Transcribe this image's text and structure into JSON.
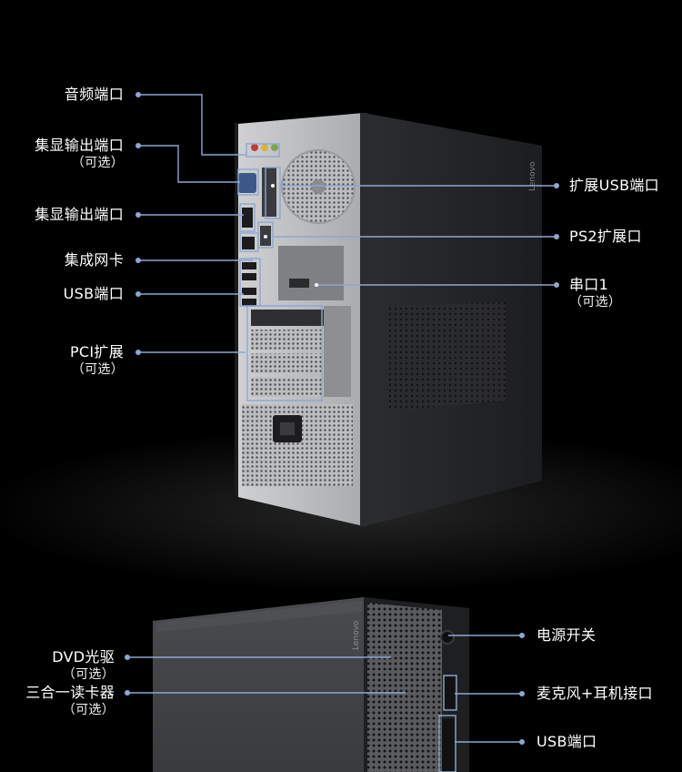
{
  "labels_left_top": [
    {
      "id": "audio",
      "text": "音频端口"
    },
    {
      "id": "igpu1",
      "text": "集显输出端口",
      "sub": "（可选）"
    },
    {
      "id": "igpu2",
      "text": "集显输出端口"
    },
    {
      "id": "lan",
      "text": "集成网卡"
    },
    {
      "id": "usb",
      "text": "USB端口"
    },
    {
      "id": "pci",
      "text": "PCI扩展",
      "sub": "（可选）"
    }
  ],
  "labels_right_top": [
    {
      "id": "ext_usb",
      "text": "扩展USB端口"
    },
    {
      "id": "ps2",
      "text": "PS2扩展口"
    },
    {
      "id": "serial",
      "text": "串口1",
      "sub": "（可选）"
    }
  ],
  "labels_left_bottom": [
    {
      "id": "dvd",
      "text": "DVD光驱",
      "sub": "（可选）"
    },
    {
      "id": "card",
      "text": "三合一读卡器",
      "sub": "（可选）"
    }
  ],
  "labels_right_bottom": [
    {
      "id": "power",
      "text": "电源开关"
    },
    {
      "id": "mic",
      "text": "麦克风+耳机接口"
    },
    {
      "id": "front_usb",
      "text": "USB端口"
    }
  ],
  "brand": {
    "logo_text": "Lenovo"
  },
  "colors": {
    "callout_line": "#8ea6d2",
    "callout_dot": "#8ea6d2",
    "label": "#ffffff",
    "background": "#000000"
  }
}
